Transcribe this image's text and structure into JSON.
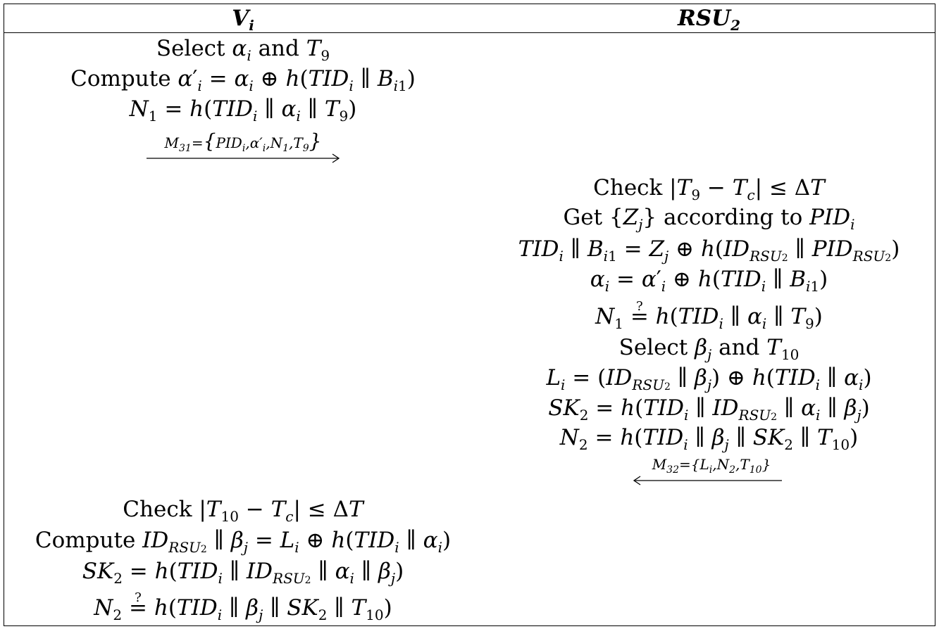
{
  "header": {
    "left": "V",
    "left_sub": "i",
    "right": "RSU",
    "right_sub": "2"
  },
  "left_top_lines": [
    "Select αᵢ and T₉",
    "Compute α′ᵢ = αᵢ ⊕ h(TIDᵢ ∥ Bᵢ₁)",
    "N₁ = h(TIDᵢ ∥ αᵢ ∥ T₉)"
  ],
  "msg1": {
    "label": "M₃₁={PIDᵢ,α′ᵢ,N₁,T₉}",
    "direction": "right"
  },
  "right_lines": [
    "Check |T₉ − T_c| ≤ ΔT",
    "Get {Zⱼ} according to PIDᵢ",
    "TIDᵢ ∥ Bᵢ₁ = Zⱼ ⊕ h(ID_RSU₂ ∥ PID_RSU₂)",
    "αᵢ = α′ᵢ ⊕ h(TIDᵢ ∥ Bᵢ₁)",
    "N₁ ≟ h(TIDᵢ ∥ αᵢ ∥ T₉)",
    "Select βⱼ and T₁₀",
    "Lᵢ = (ID_RSU₂ ∥ βⱼ) ⊕ h(TIDᵢ ∥ αᵢ)",
    "SK₂ = h(TIDᵢ ∥ ID_RSU₂ ∥ αᵢ ∥ βⱼ)",
    "N₂ = h(TIDᵢ ∥ βⱼ ∥ SK₂ ∥ T₁₀)"
  ],
  "msg2": {
    "label": "M₃₂={Lᵢ,N₂,T₁₀}",
    "direction": "left"
  },
  "left_bottom_lines": [
    "Check |T₁₀ − T_c| ≤ ΔT",
    "Compute ID_RSU₂ ∥ βⱼ = Lᵢ ⊕ h(TIDᵢ ∥ αᵢ)",
    "SK₂ = h(TIDᵢ ∥ ID_RSU₂ ∥ αᵢ ∥ βⱼ)",
    "N₂ ≟ h(TIDᵢ ∥ βⱼ ∥ SK₂ ∥ T₁₀)"
  ]
}
